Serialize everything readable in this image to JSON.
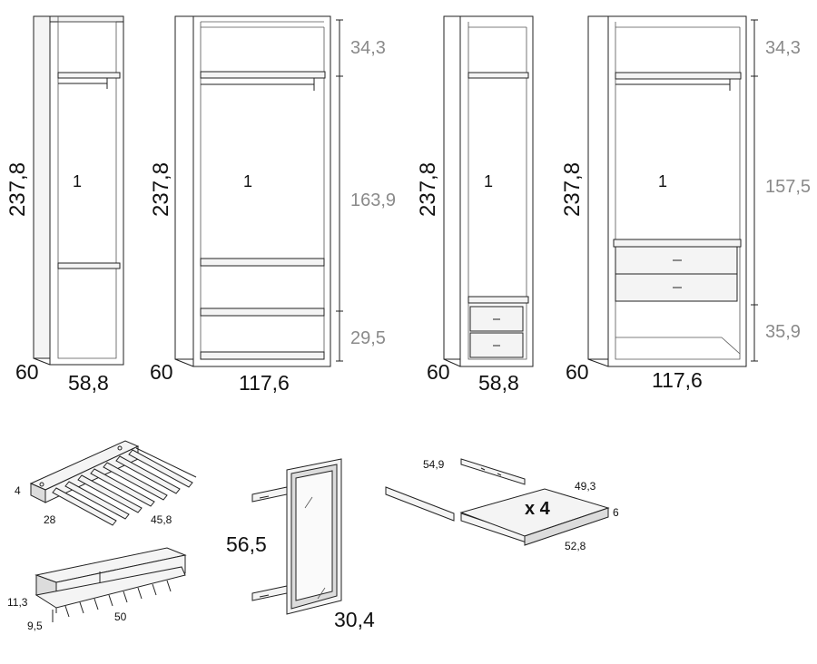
{
  "wardrobes": [
    {
      "height": "237,8",
      "depth": "60",
      "width": "58,8",
      "section": "1"
    },
    {
      "height": "237,8",
      "depth": "60",
      "width": "117,6",
      "section": "1",
      "dims": [
        "34,3",
        "163,9",
        "29,5"
      ]
    },
    {
      "height": "237,8",
      "depth": "60",
      "width": "58,8",
      "section": "1"
    },
    {
      "height": "237,8",
      "depth": "60",
      "width": "117,6",
      "section": "1",
      "dims": [
        "34,3",
        "157,5",
        "35,9"
      ]
    }
  ],
  "accessories": {
    "trouser_rack": {
      "depth": "4",
      "width": "28",
      "length": "45,8"
    },
    "shelf_rack": {
      "height": "11,3",
      "depth": "9,5",
      "length": "50"
    },
    "mirror": {
      "height": "56,5",
      "width": "30,4"
    },
    "tray": {
      "rail": "54,9",
      "depth": "49,3",
      "height": "6",
      "width": "52,8",
      "qty": "x 4"
    }
  }
}
